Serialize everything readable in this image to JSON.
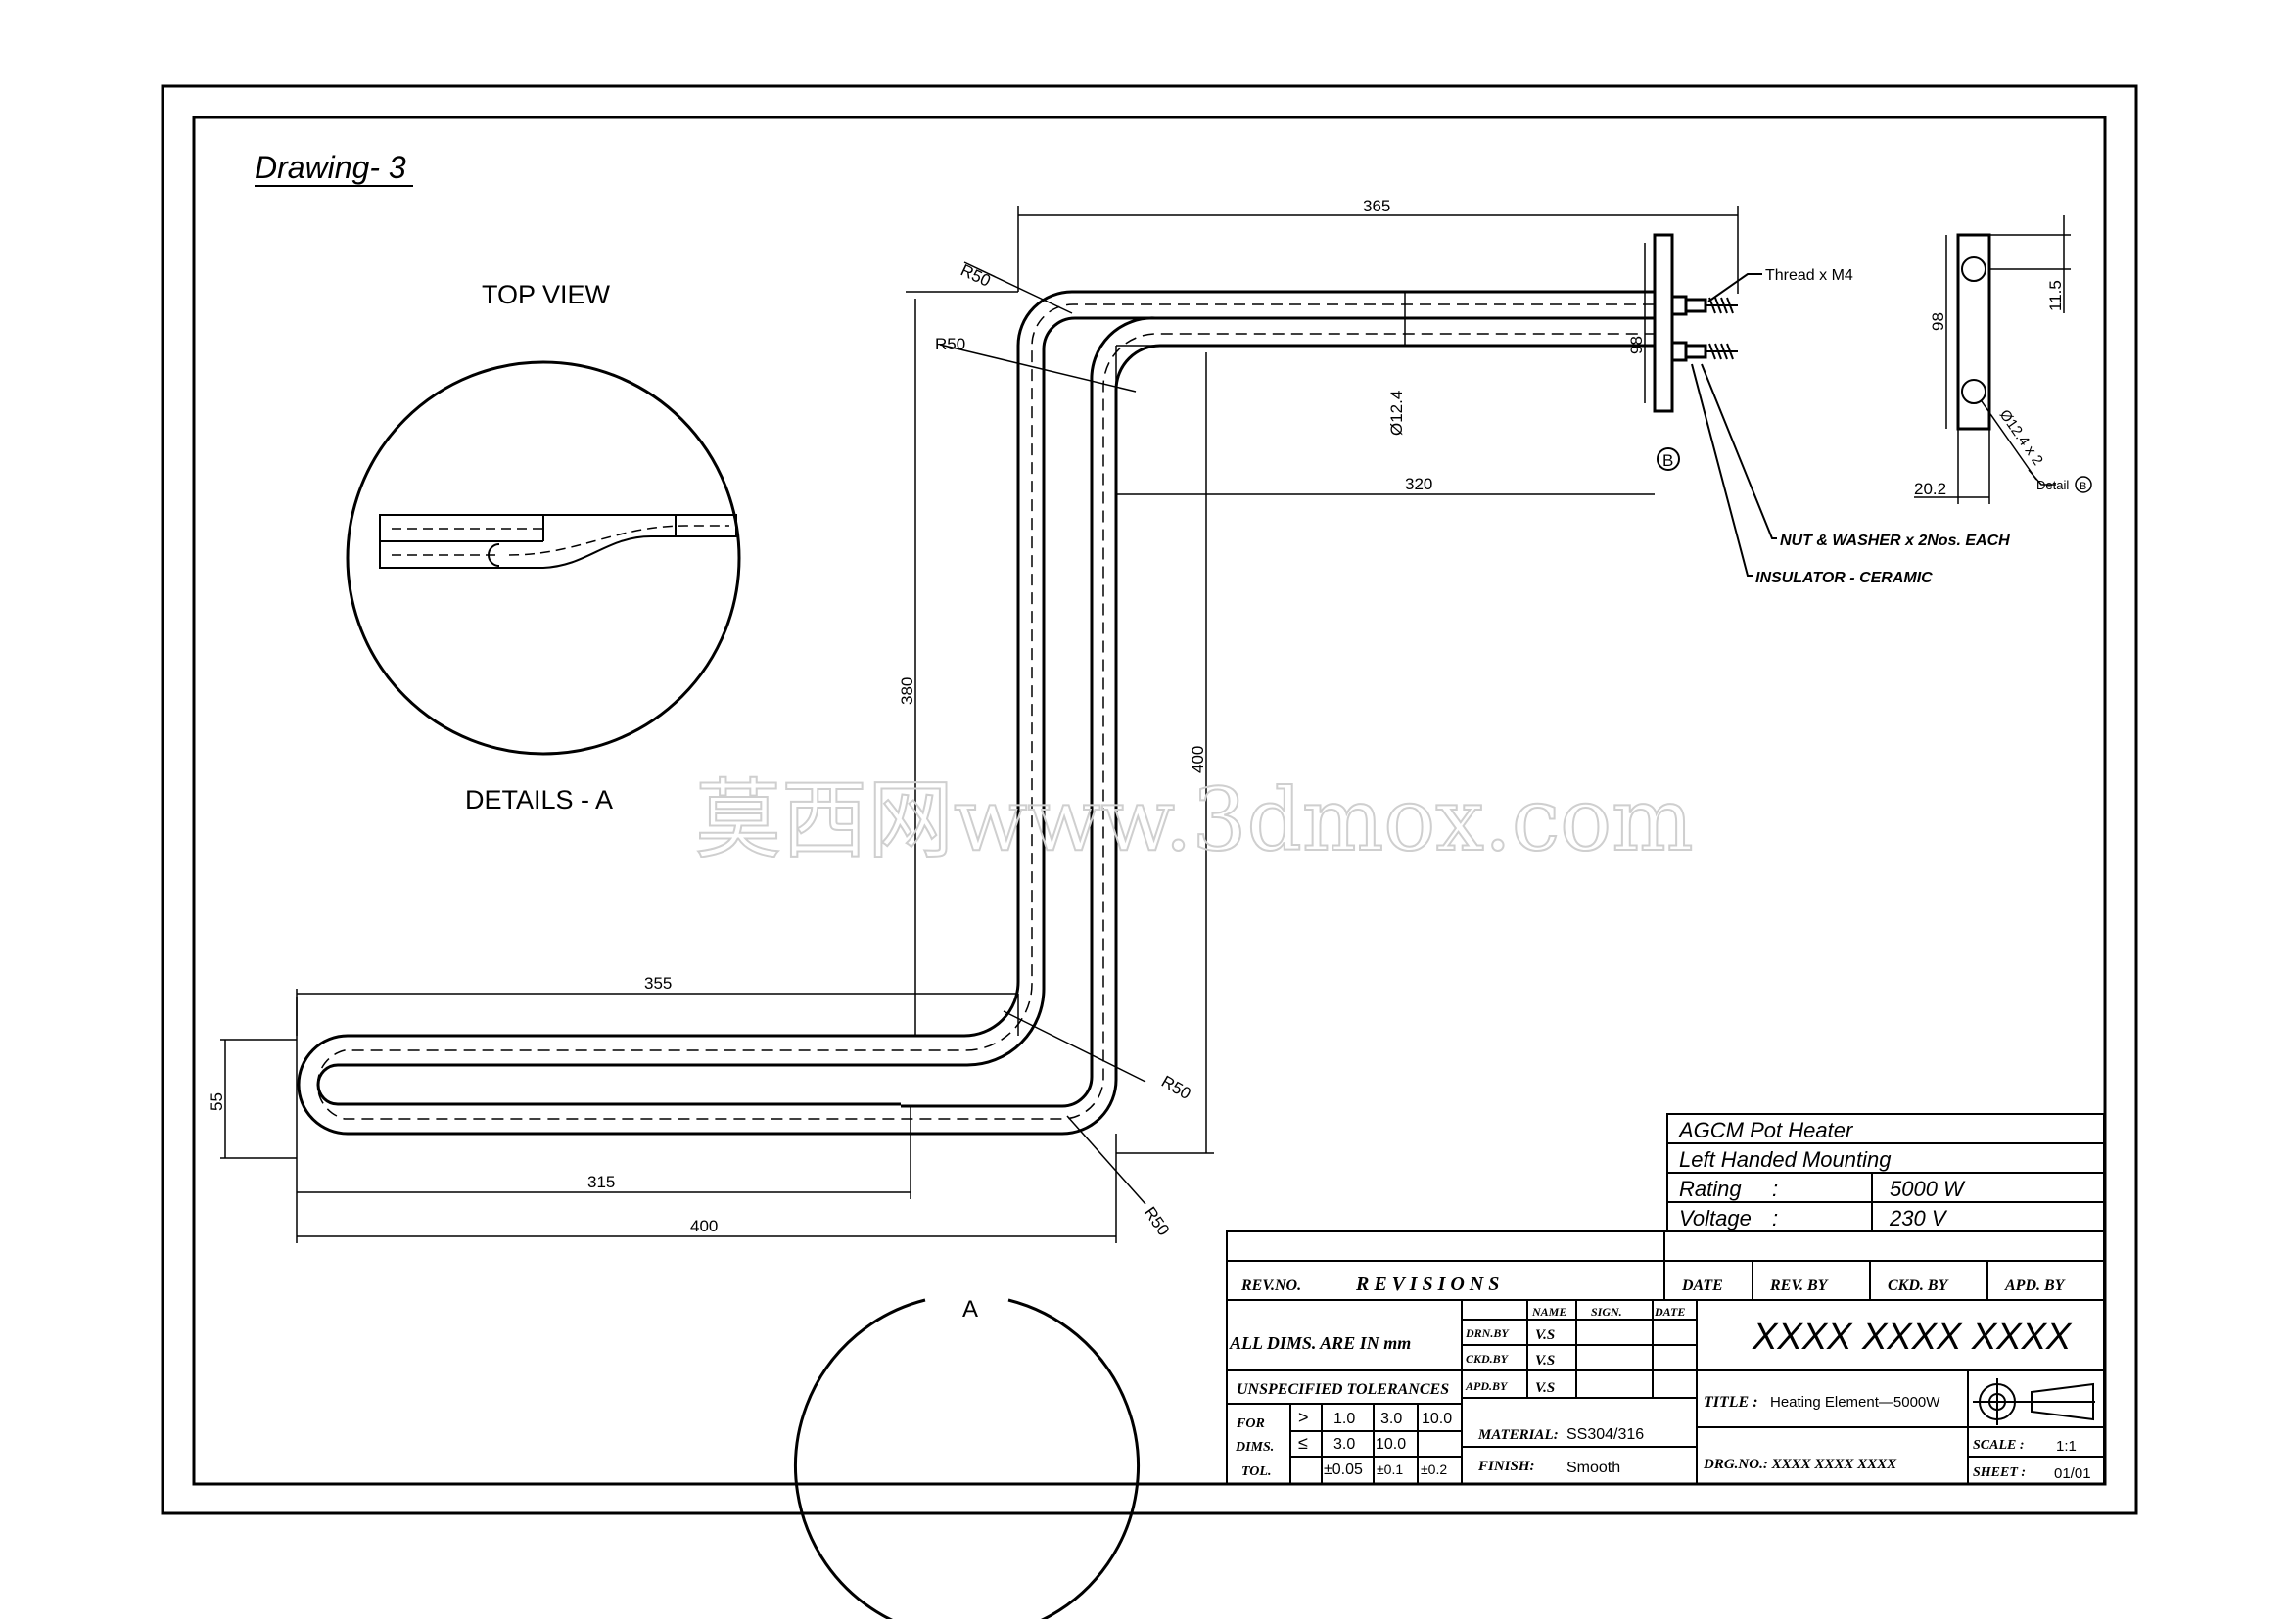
{
  "header": {
    "drawing_label": "Drawing- 3"
  },
  "views": {
    "top_view": "TOP VIEW",
    "details_a": "DETAILS - A",
    "detail_a_marker": "A",
    "detail_b_marker": "B",
    "detail_b_label": "Detail",
    "detail_b_circle": "B"
  },
  "dimensions": {
    "d365": "365",
    "d320": "320",
    "d380": "380",
    "d400v": "400",
    "d355": "355",
    "d315": "315",
    "d400h": "400",
    "d55": "55",
    "r1": "R50",
    "r2": "R50",
    "r3": "R50",
    "r4": "R50",
    "dia": "Ø12.4",
    "d98a": "98",
    "d98b": "98",
    "d11_5": "11.5",
    "d20_2": "20.2",
    "dia_holes": "Ø12.4 x 2"
  },
  "callouts": {
    "thread": "Thread x M4",
    "nut": "NUT  &  WASHER x 2Nos. EACH",
    "insulator": "INSULATOR - CERAMIC"
  },
  "watermark": "莫西网www.3dmox.com",
  "title_block": {
    "product": "AGCM Pot Heater",
    "mounting": "Left Handed Mounting",
    "rating_label": "Rating",
    "rating_colon": ":",
    "rating_value": "5000 W",
    "voltage_label": "Voltage",
    "voltage_colon": ":",
    "voltage_value": "230 V",
    "rev_no": "REV.NO.",
    "revisions": "R E V I S I O N S",
    "date": "DATE",
    "rev_by": "REV. BY",
    "ckd_by": "CKD. BY",
    "apd_by": "APD. BY",
    "name_h": "NAME",
    "sign_h": "SIGN.",
    "date_h": "DATE",
    "all_dims": "ALL DIMS. ARE IN mm",
    "drn_by": "DRN.BY",
    "ckd_by2": "CKD.BY",
    "apd_by2": "APD.BY",
    "drn_val": "V.S",
    "ckd_val": "V.S",
    "apd_val": "V.S",
    "big_number": "XXXX XXXX XXXX",
    "unspecified": "UNSPECIFIED TOLERANCES",
    "for_dims_1": "FOR",
    "for_dims_2": "DIMS.",
    "tol": "TOL.",
    "gt": ">",
    "le": "≤",
    "t_1_0": "1.0",
    "t_3_0a": "3.0",
    "t_10_0a": "10.0",
    "t_3_0b": "3.0",
    "t_10_0b": "10.0",
    "t_pm005": "±0.05",
    "t_pm01": "±0.1",
    "t_pm02": "±0.2",
    "material_label": "MATERIAL:",
    "material_value": "SS304/316",
    "finish_label": "FINISH:",
    "finish_value": "Smooth",
    "title_label": "TITLE :",
    "title_value": "Heating Element—5000W",
    "drg_no": "DRG.NO.: XXXX XXXX XXXX",
    "scale_label": "SCALE :",
    "scale_value": "1:1",
    "sheet_label": "SHEET :",
    "sheet_value": "01/01"
  }
}
